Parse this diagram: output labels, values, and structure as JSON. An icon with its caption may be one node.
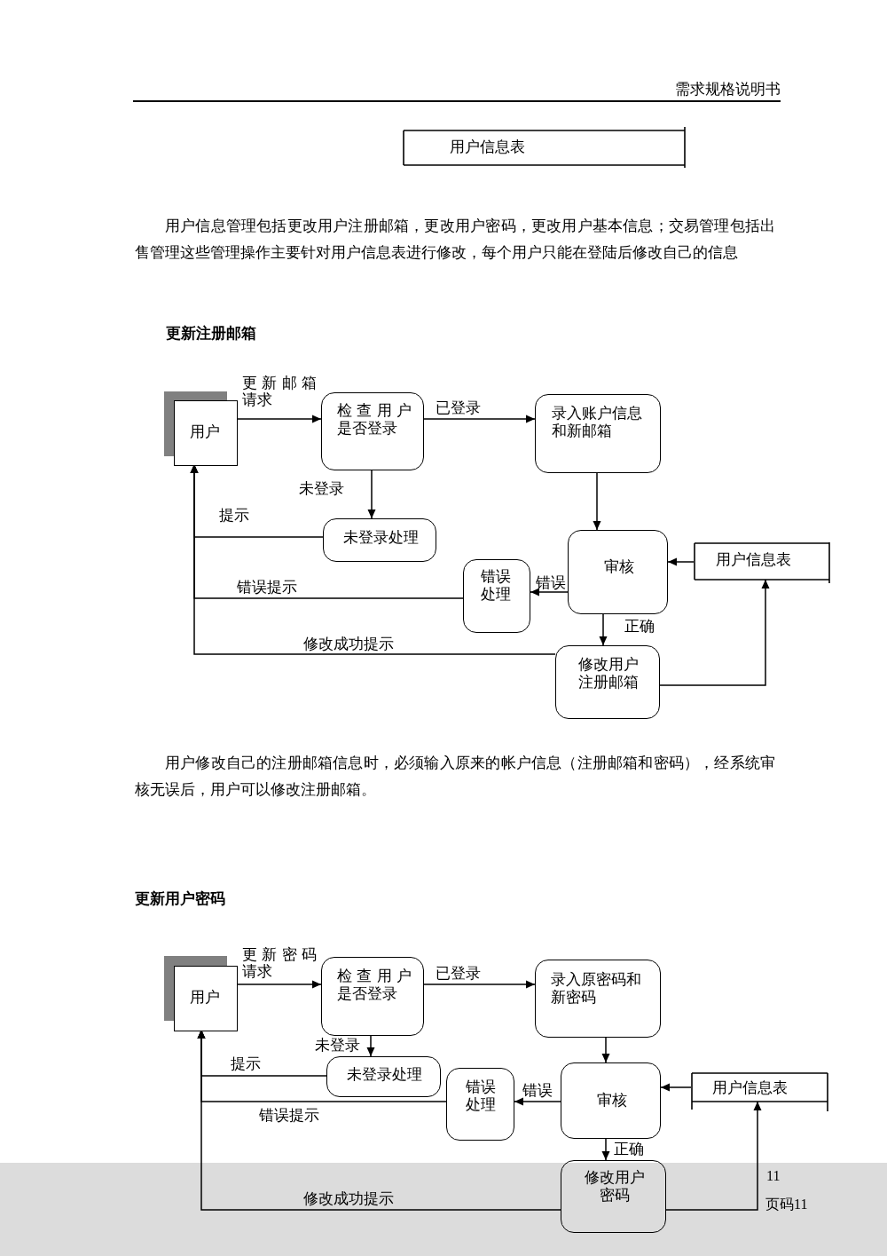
{
  "diagram": {
    "nodes": [
      {
        "text": [
          "用户信息表"
        ]
      },
      {
        "text": [
          "用户"
        ]
      },
      {
        "text": [
          "检查用户是否登录"
        ]
      },
      {
        "text": [
          "录入账户信息和新邮箱"
        ]
      },
      {
        "text": [
          "未登录处理"
        ]
      },
      {
        "text": [
          "错误处理"
        ]
      },
      {
        "text": [
          "审核"
        ]
      },
      {
        "text": [
          "用户信息表"
        ]
      },
      {
        "text": [
          "修改用户注册邮箱"
        ]
      },
      {
        "text": [
          "用户"
        ]
      },
      {
        "text": [
          "检查用户是否登录"
        ]
      },
      {
        "text": [
          "录入原密码和新密码"
        ]
      },
      {
        "text": [
          "未登录处理"
        ]
      },
      {
        "text": [
          "错误处理"
        ]
      },
      {
        "text": [
          "审核"
        ]
      },
      {
        "text": [
          "用户信息表"
        ]
      },
      {
        "text": [
          "修改用户密码"
        ]
      }
    ],
    "edges": [
      {
        "from": 1,
        "to": 2,
        "arrow": "to",
        "label": "更新邮箱请求"
      },
      {
        "from": 2,
        "to": 3,
        "arrow": "to",
        "label": "已登录"
      },
      {
        "from": 2,
        "to": 4,
        "arrow": "to",
        "label": "未登录"
      },
      {
        "from": 4,
        "to": 1,
        "arrow": "to",
        "label": "提示"
      },
      {
        "from": 3,
        "to": 6,
        "arrow": "to"
      },
      {
        "from": 6,
        "to": 5,
        "arrow": "to",
        "label": "错误"
      },
      {
        "from": 7,
        "to": 6,
        "arrow": "to"
      },
      {
        "from": 6,
        "to": 8,
        "arrow": "to",
        "label": "正确"
      },
      {
        "from": 5,
        "to": 1,
        "arrow": "to",
        "label": "错误提示"
      },
      {
        "from": 8,
        "to": 1,
        "arrow": "to",
        "label": "修改成功提示"
      },
      {
        "from": 8,
        "to": 7,
        "arrow": "to"
      },
      {
        "from": 9,
        "to": 10,
        "arrow": "to",
        "label": "更新密码请求"
      },
      {
        "from": 10,
        "to": 11,
        "arrow": "to",
        "label": "已登录"
      },
      {
        "from": 10,
        "to": 12,
        "arrow": "to",
        "label": "未登录"
      },
      {
        "from": 12,
        "to": 9,
        "arrow": "to",
        "label": "提示"
      },
      {
        "from": 11,
        "to": 14,
        "arrow": "to"
      },
      {
        "from": 14,
        "to": 13,
        "arrow": "to",
        "label": "错误"
      },
      {
        "from": 15,
        "to": 14,
        "arrow": "to"
      },
      {
        "from": 14,
        "to": 16,
        "arrow": "to",
        "label": "正确"
      },
      {
        "from": 13,
        "to": 9,
        "arrow": "to",
        "label": "错误提示"
      },
      {
        "from": 16,
        "to": 9,
        "arrow": "to",
        "label": "修改成功提示"
      },
      {
        "from": 16,
        "to": 15,
        "arrow": "to"
      }
    ],
    "labels": [
      "需求规格说明书",
      "用户信息管理包括更改用户注册邮箱，更改用户密码，更改用户基本信息；交易管理包括出售管理这些管理操作主要针对用户信息表进行修改，每个用户只能在登陆后修改自己的信息",
      "更新注册邮箱",
      "用户修改自己的注册邮箱信息时，必须输入原来的帐户信息（注册邮箱和密码），经系统审核无误后，用户可以修改注册邮箱。",
      "更新用户密码",
      "11",
      "页码11"
    ]
  }
}
